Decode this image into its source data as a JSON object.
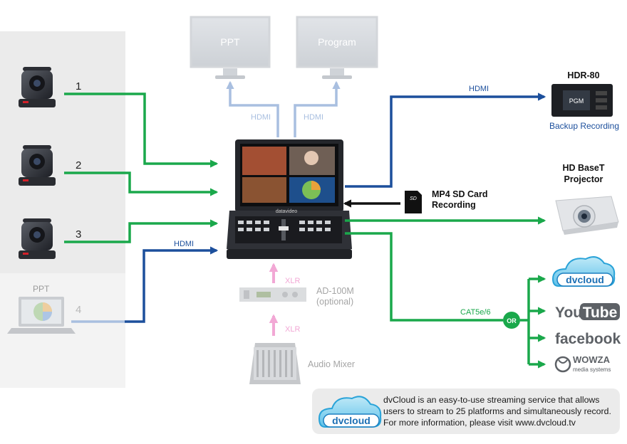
{
  "cameras": [
    {
      "label": "1"
    },
    {
      "label": "2"
    },
    {
      "label": "3"
    }
  ],
  "ppt_input": {
    "title": "PPT",
    "label": "4"
  },
  "monitors": [
    {
      "label": "PPT",
      "link": "HDMI"
    },
    {
      "label": "Program",
      "link": "HDMI"
    }
  ],
  "hdmi_input_label": "HDMI",
  "switcher": {
    "brand": "datavideo"
  },
  "audio": {
    "converter_name": "AD-100M",
    "converter_note": "(optional)",
    "mixer": "Audio Mixer",
    "link_top": "XLR",
    "link_bottom": "XLR"
  },
  "recorder": {
    "name": "HDR-80",
    "screen": "PGM",
    "caption": "Backup Recording",
    "link": "HDMI"
  },
  "sd_card": {
    "icon_text": "SD",
    "line1": "MP4 SD Card",
    "line2": "Recording"
  },
  "projector": {
    "line1": "HD BaseT",
    "line2": "Projector"
  },
  "streaming": {
    "link": "CAT5e/6",
    "or_label": "OR",
    "services": [
      {
        "name": "dvcloud",
        "display": "dvcloud"
      },
      {
        "name": "youtube",
        "display_a": "You",
        "display_b": "Tube"
      },
      {
        "name": "facebook",
        "display": "facebook"
      },
      {
        "name": "wowza",
        "display": "WOWZA",
        "sub": "media systems"
      }
    ]
  },
  "dvcloud_info": {
    "logo": "dvcloud",
    "lines": [
      "dvCloud is an easy-to-use streaming service that allows",
      "users to stream to 25 platforms and simultaneously record.",
      "For more information, please visit www.dvcloud.tv"
    ]
  },
  "colors": {
    "green": "#1aa84b",
    "blue": "#1c4f9c",
    "light_blue": "#a9bfe0",
    "pink": "#f2a8d5",
    "panel": "#ebebeb",
    "ppt_panel": "#f3f3f3"
  }
}
